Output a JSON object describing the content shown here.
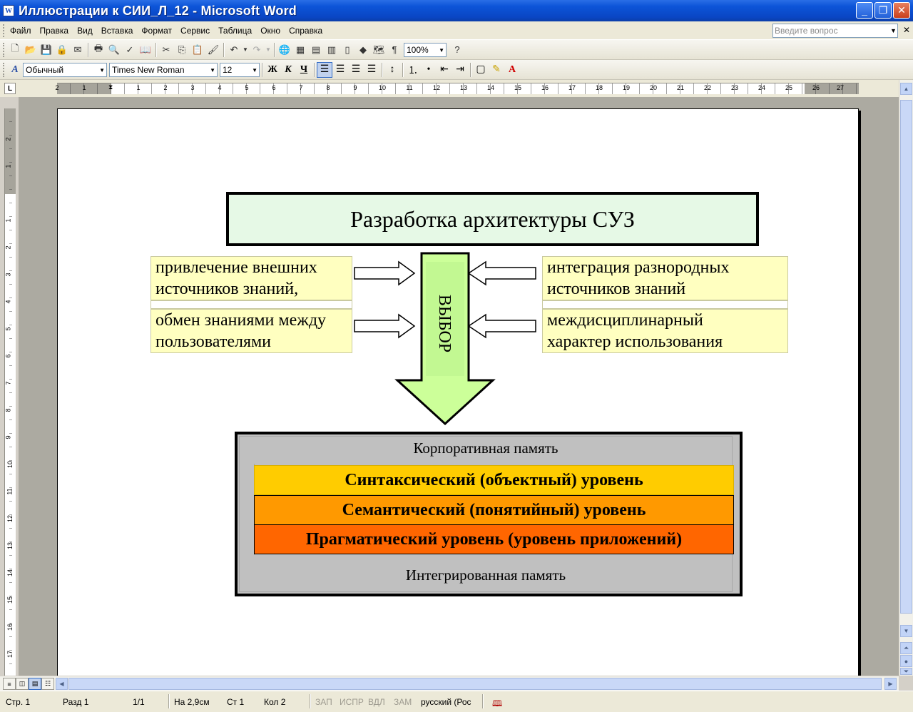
{
  "window": {
    "title": "Иллюстрации к СИИ_Л_12 - Microsoft Word",
    "minimize": "_",
    "maximize": "❐",
    "close": "✕"
  },
  "menu": {
    "items": [
      "Файл",
      "Правка",
      "Вид",
      "Вставка",
      "Формат",
      "Сервис",
      "Таблица",
      "Окно",
      "Справка"
    ],
    "help_placeholder": "Введите вопрос",
    "close_doc": "✕"
  },
  "toolbar": {
    "zoom": "100%",
    "style": "Обычный",
    "font": "Times New Roman",
    "size": "12",
    "bold": "Ж",
    "italic": "К",
    "underline": "Ч"
  },
  "ruler": {
    "tab_selector": "L",
    "hnumbers": [
      "2",
      "1",
      "1",
      "2",
      "3",
      "4",
      "5",
      "6",
      "7",
      "8",
      "9",
      "10",
      "11",
      "12",
      "13",
      "14",
      "15",
      "16",
      "17",
      "18",
      "19",
      "20",
      "21",
      "22",
      "23",
      "24",
      "25",
      "26",
      "27"
    ],
    "vnumbers": [
      "2",
      "1",
      "1",
      "2",
      "3",
      "4",
      "5",
      "6",
      "7",
      "8",
      "9",
      "10",
      "11",
      "12",
      "13",
      "14",
      "15",
      "16",
      "17"
    ]
  },
  "diagram": {
    "title": "Разработка архитектуры СУЗ",
    "left_top": [
      "привлечение внешних",
      "источников знаний,"
    ],
    "left_bottom": [
      "обмен знаниями между",
      "пользователями"
    ],
    "right_top": [
      "интеграция разнородных",
      "источников знаний"
    ],
    "right_bottom": [
      "междисциплинарный",
      "характер использования"
    ],
    "center": "ВЫБОР",
    "memory_top": "Корпоративная память",
    "levels": [
      "Синтаксический (объектный) уровень",
      "Семантический (понятийный) уровень",
      "Прагматический уровень (уровень приложений)"
    ],
    "memory_bottom": "Интегрированная память",
    "colors": {
      "title_bg": "#e6f9e6",
      "side_bg": "#ffffc0",
      "arrow_fill": "#ccff99",
      "level1": "#ffcc00",
      "level2": "#ff9900",
      "level3": "#ff6600",
      "memory_bg": "#c0c0c0"
    }
  },
  "status": {
    "page": "Стр. 1",
    "section": "Разд 1",
    "pages": "1/1",
    "at": "На 2,9см",
    "line": "Ст 1",
    "col": "Кол 2",
    "rec": "ЗАП",
    "trk": "ИСПР",
    "ext": "ВДЛ",
    "ovr": "ЗАМ",
    "lang": "русский (Рос"
  }
}
